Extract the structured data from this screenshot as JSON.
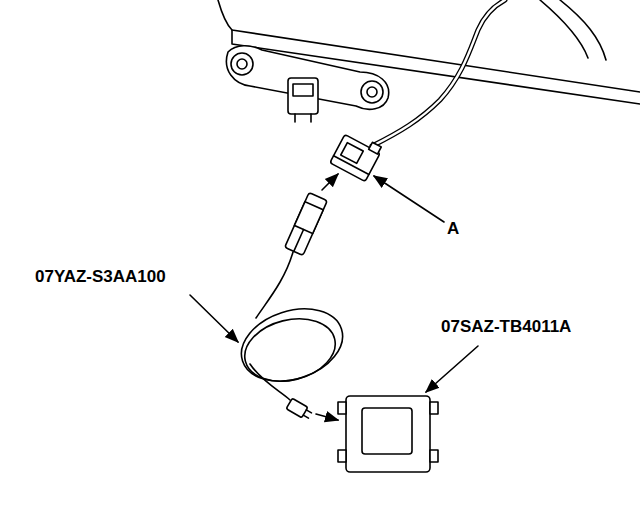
{
  "diagram": {
    "labels": [
      "07YAZ-S3AA100",
      "07SAZ-TB4011A",
      "A"
    ]
  }
}
